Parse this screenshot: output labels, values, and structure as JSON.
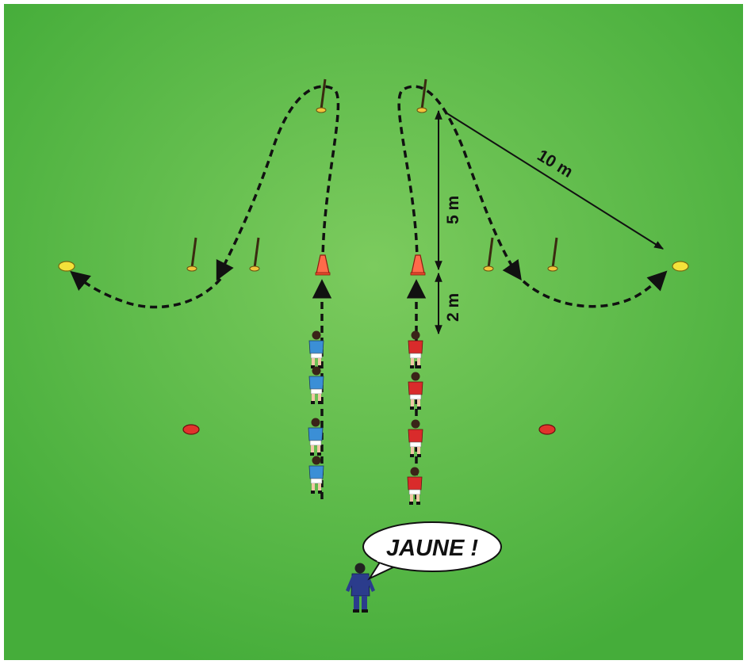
{
  "callout": {
    "text": "JAUNE !"
  },
  "measurements": {
    "diagonal": "10 m",
    "vertical_long": "5 m",
    "vertical_short": "2 m"
  },
  "colors": {
    "field_light": "#7ccb5e",
    "field_dark": "#45ad3a",
    "cone_red": "#e1332c",
    "cone_orange": "#ff6b4a",
    "marker_yellow": "#f4e23a",
    "team_blue": "#3b8fd6",
    "team_red": "#d92b2b",
    "coach_navy": "#2b3c8c"
  },
  "icons": {
    "pole": "pole-icon",
    "cone": "cone-icon",
    "disc": "disc-marker-icon",
    "player": "player-icon",
    "coach": "coach-icon",
    "speech": "speech-bubble-icon"
  }
}
